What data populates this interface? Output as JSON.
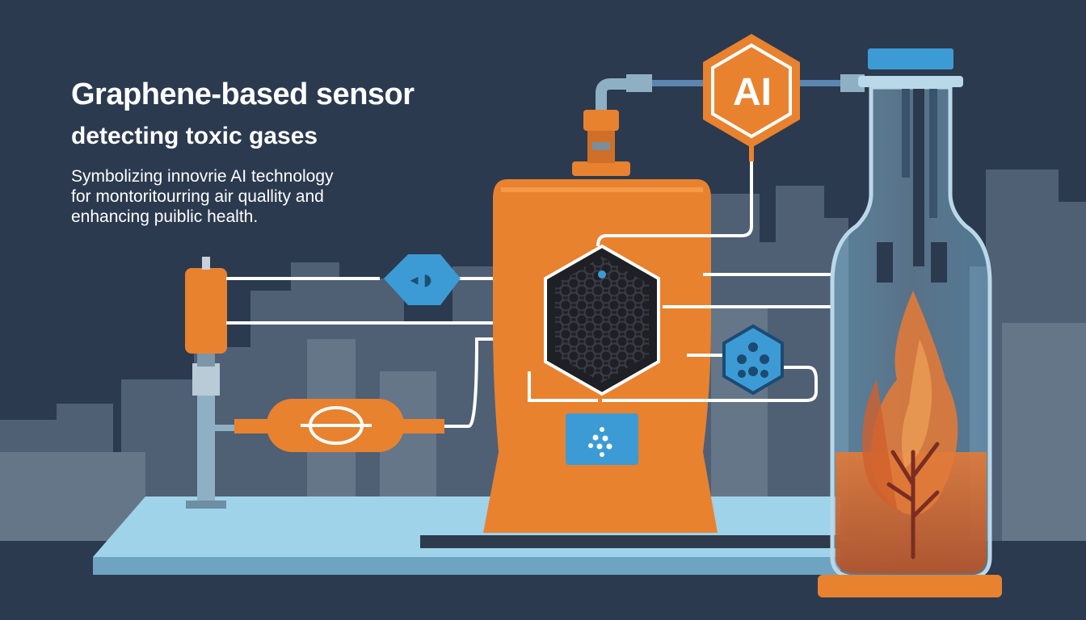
{
  "heading": {
    "title": "Graphene-based sensor",
    "subtitle": "detecting toxic  gases"
  },
  "description": {
    "lines": [
      "Symbolizing innovrie AI technology",
      "for montoritourring air quallity and",
      "enhancing puiblic health."
    ]
  },
  "ai_badge": {
    "label": "AI"
  },
  "colors": {
    "background": "#2b3a4f",
    "accent_orange": "#e8822f",
    "accent_blue": "#3c9bd4",
    "city": "#55657a",
    "glass": "#8fc7e6"
  },
  "icons": [
    "graphene-hexagon-icon",
    "molecule-icon",
    "ai-hexagon-icon",
    "flame-icon"
  ]
}
